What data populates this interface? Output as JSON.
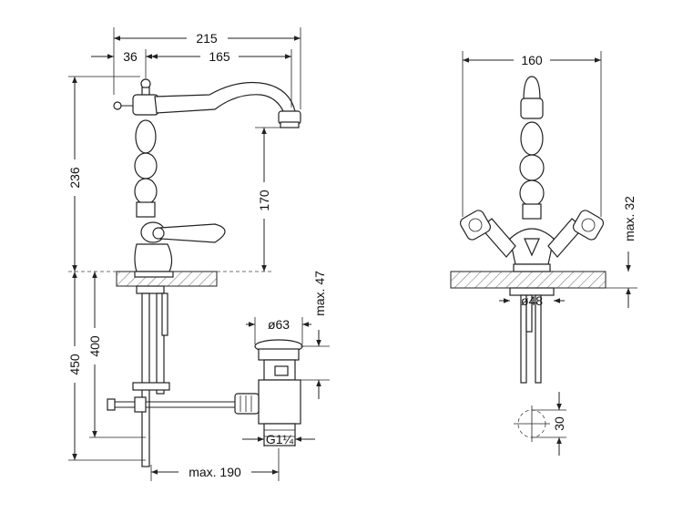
{
  "dimensions": {
    "overall_width": "215",
    "offset_left": "36",
    "spout_reach": "165",
    "total_height": "236",
    "spout_height": "170",
    "below_deck_total": "450",
    "below_deck_hose": "400",
    "max_reach_drain": "max. 190",
    "handle_span": "160",
    "deck_thickness": "max. 32",
    "base_diameter": "ø48",
    "drain_diameter": "ø63",
    "drain_thread": "G1¼",
    "drain_max_deck": "max. 47",
    "hole_diameter": "30"
  }
}
